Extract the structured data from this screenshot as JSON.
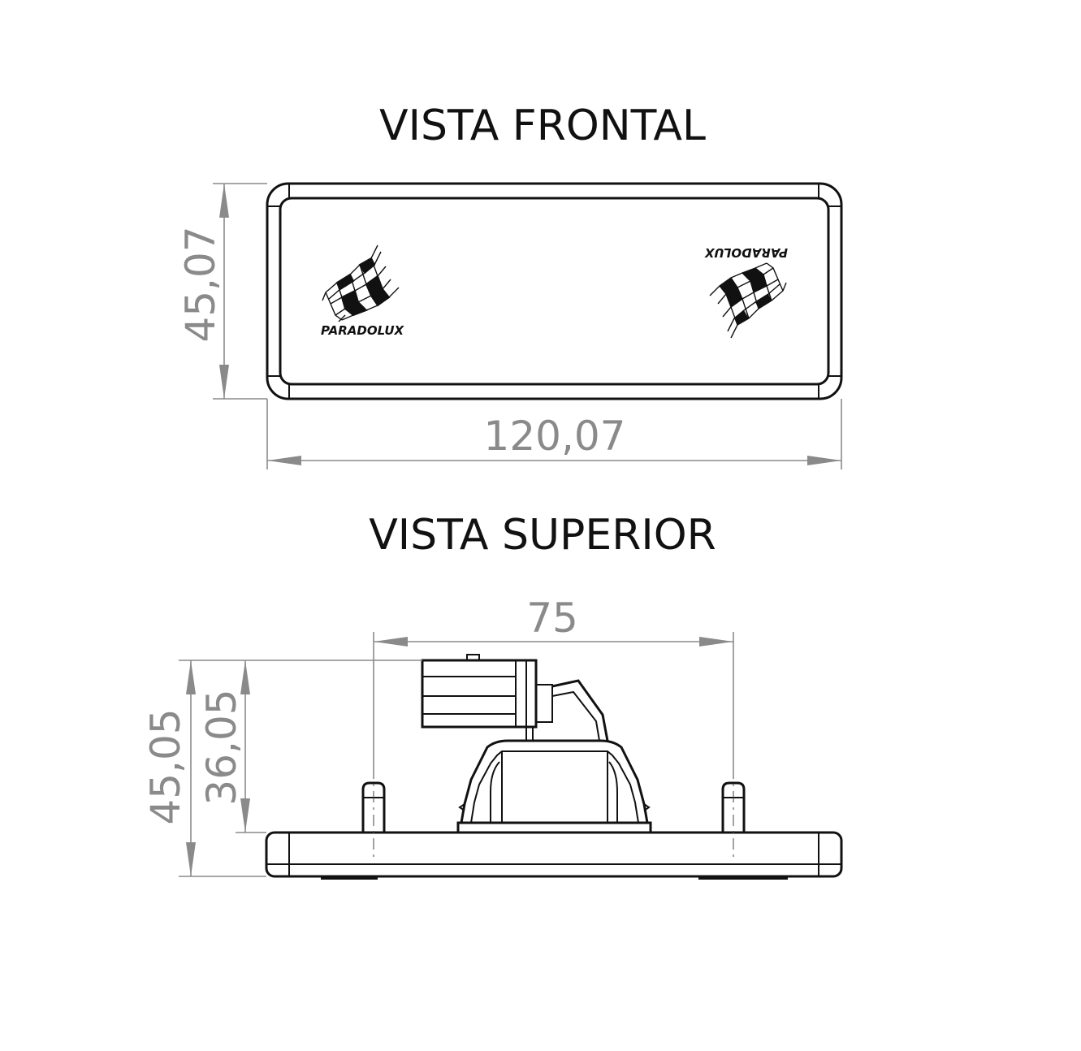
{
  "views": {
    "front": {
      "title": "VISTA FRONTAL"
    },
    "top": {
      "title": "VISTA SUPERIOR"
    }
  },
  "dimensions": {
    "front_height": "45,07",
    "front_width": "120,07",
    "top_span": "75",
    "top_total_height": "45,05",
    "top_inner_height": "36,05"
  },
  "logo": {
    "brand": "PARADOLUX"
  },
  "colors": {
    "line": "#111111",
    "dimension": "#8a8a8a"
  }
}
